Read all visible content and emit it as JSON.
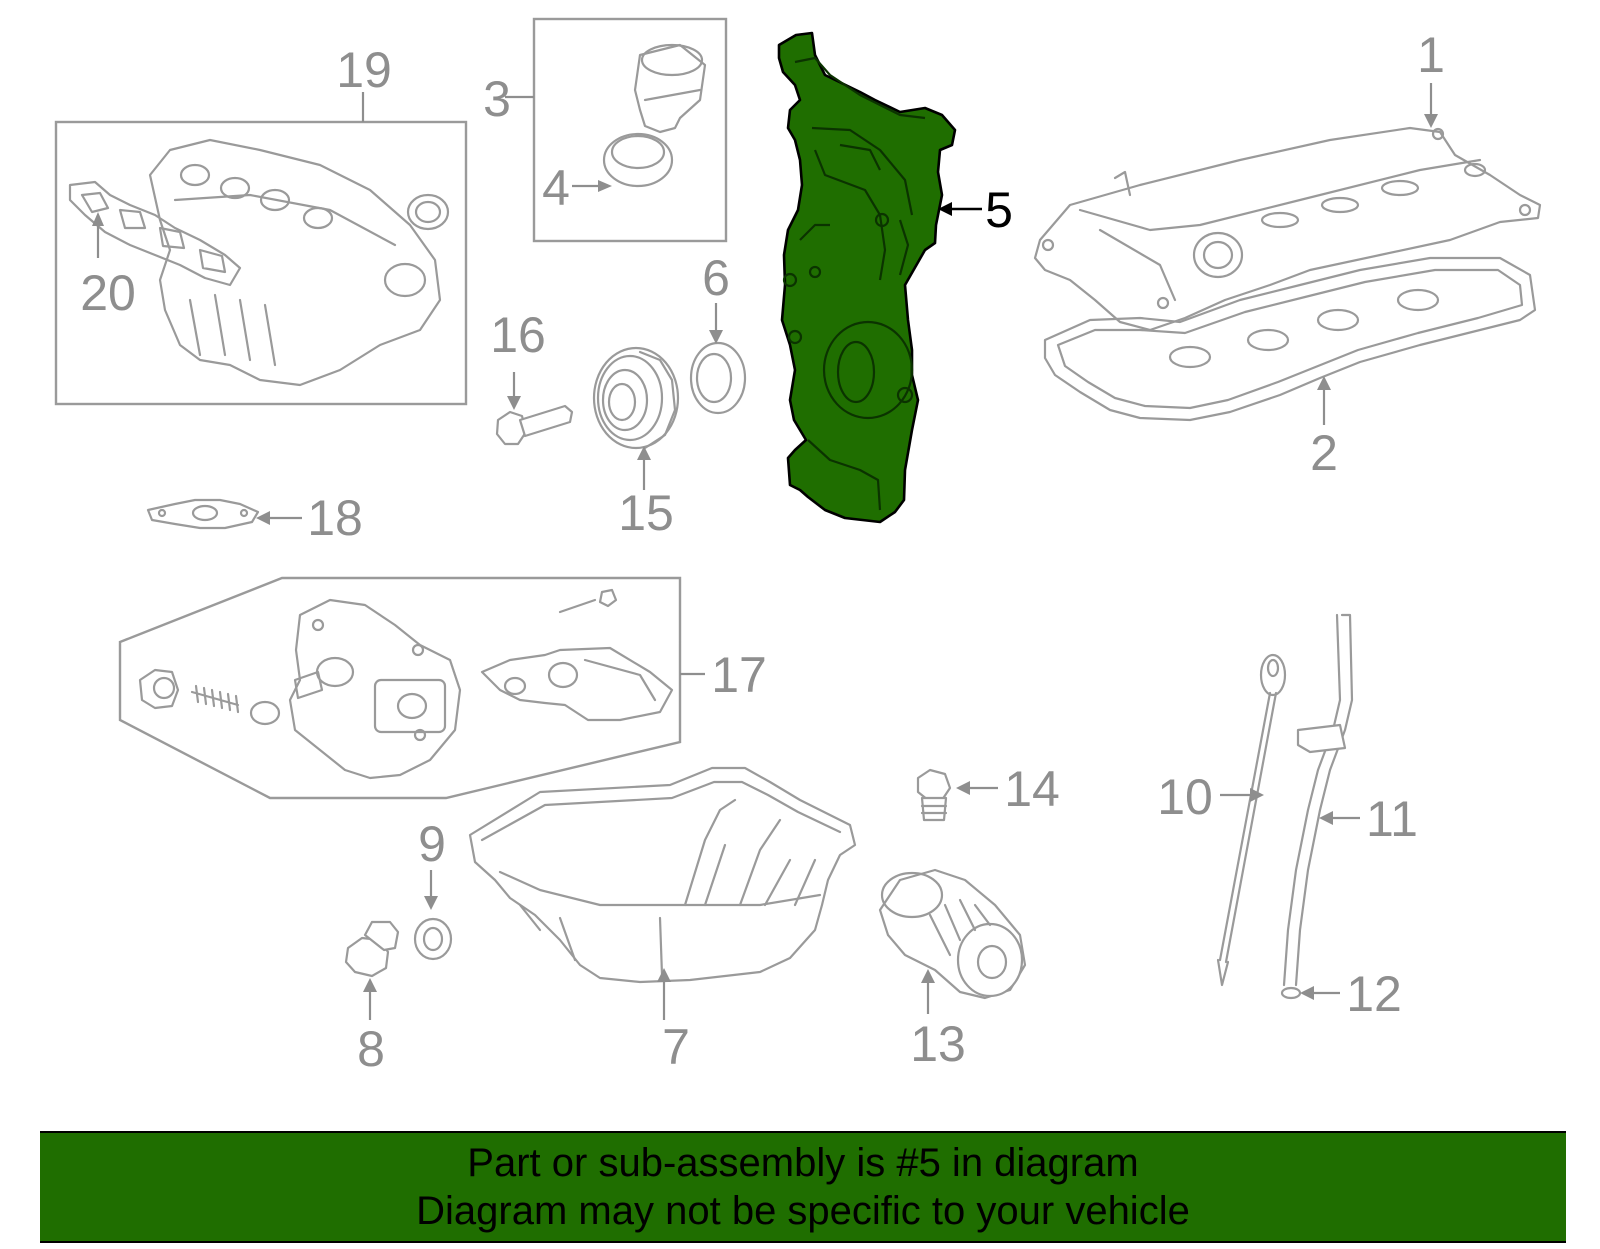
{
  "diagram": {
    "highlight_color": "#1f6e00",
    "highlighted_part": "5",
    "callouts": {
      "c1": "1",
      "c2": "2",
      "c3": "3",
      "c4": "4",
      "c5": "5",
      "c6": "6",
      "c7": "7",
      "c8": "8",
      "c9": "9",
      "c10": "10",
      "c11": "11",
      "c12": "12",
      "c13": "13",
      "c14": "14",
      "c15": "15",
      "c16": "16",
      "c17": "17",
      "c18": "18",
      "c19": "19",
      "c20": "20"
    }
  },
  "footer": {
    "line1": "Part or sub-assembly is #5 in diagram",
    "line2": "Diagram may not be specific to your vehicle",
    "background": "#1f6e00"
  }
}
